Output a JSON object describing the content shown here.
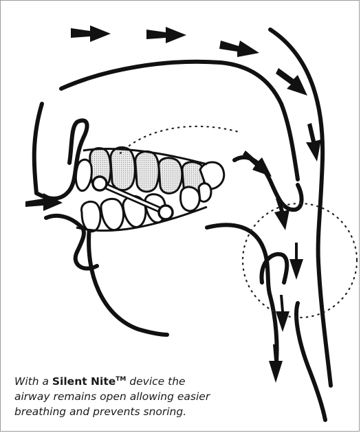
{
  "caption": {
    "before": "With a ",
    "brand": "Silent Nite",
    "trademark": "TM",
    "after": " device the airway remains open allowing easier breathing and prevents snoring."
  },
  "colors": {
    "line": "#111111",
    "teeth_fill": "#d9d9d9",
    "frame": "#9a9a9a"
  },
  "icons": [
    "airflow-arrow-icon",
    "hinge-connector-icon"
  ]
}
